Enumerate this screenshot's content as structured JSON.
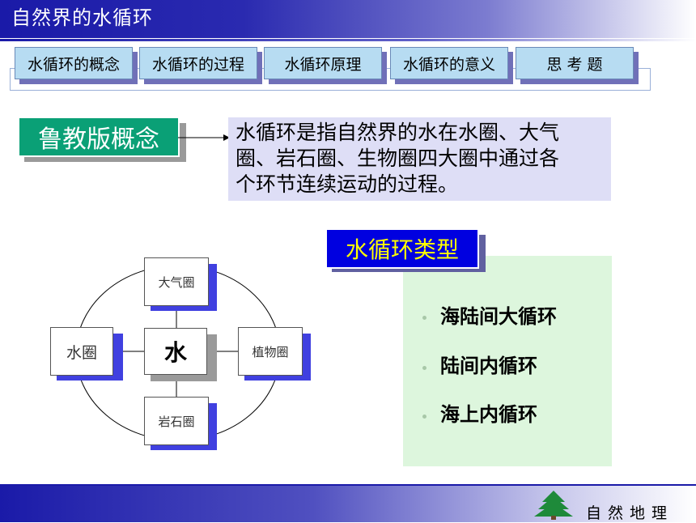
{
  "header": {
    "title": "自然界的水循环"
  },
  "tabs": [
    {
      "label": "水循环的概念"
    },
    {
      "label": "水循环的过程"
    },
    {
      "label": "水循环原理"
    },
    {
      "label": "水循环的意义"
    },
    {
      "label": "思 考 题"
    }
  ],
  "concept": {
    "label": "鲁教版概念",
    "definition_lines": [
      "水循环是指自然界的水在水圈、大气",
      "圈、岩石圈、生物圈四大圈中通过各",
      "个环节连续运动的过程。"
    ]
  },
  "diagram": {
    "center": "水",
    "top": "大气圈",
    "left": "水圈",
    "right": "植物圈",
    "bottom": "岩石圈"
  },
  "types": {
    "title": "水循环类型",
    "items": [
      {
        "label": "海陆间大循环"
      },
      {
        "label": "陆间内循环"
      },
      {
        "label": "海上内循环"
      }
    ]
  },
  "footer": {
    "text": "自然地理",
    "logo_icon": "tree-icon"
  },
  "colors": {
    "header_blue": "#1a1aa8",
    "concept_green": "#0aa076",
    "type_blue": "#0000e0",
    "type_yellow": "#ffff00",
    "tab_fill": "#b7dcf2"
  }
}
